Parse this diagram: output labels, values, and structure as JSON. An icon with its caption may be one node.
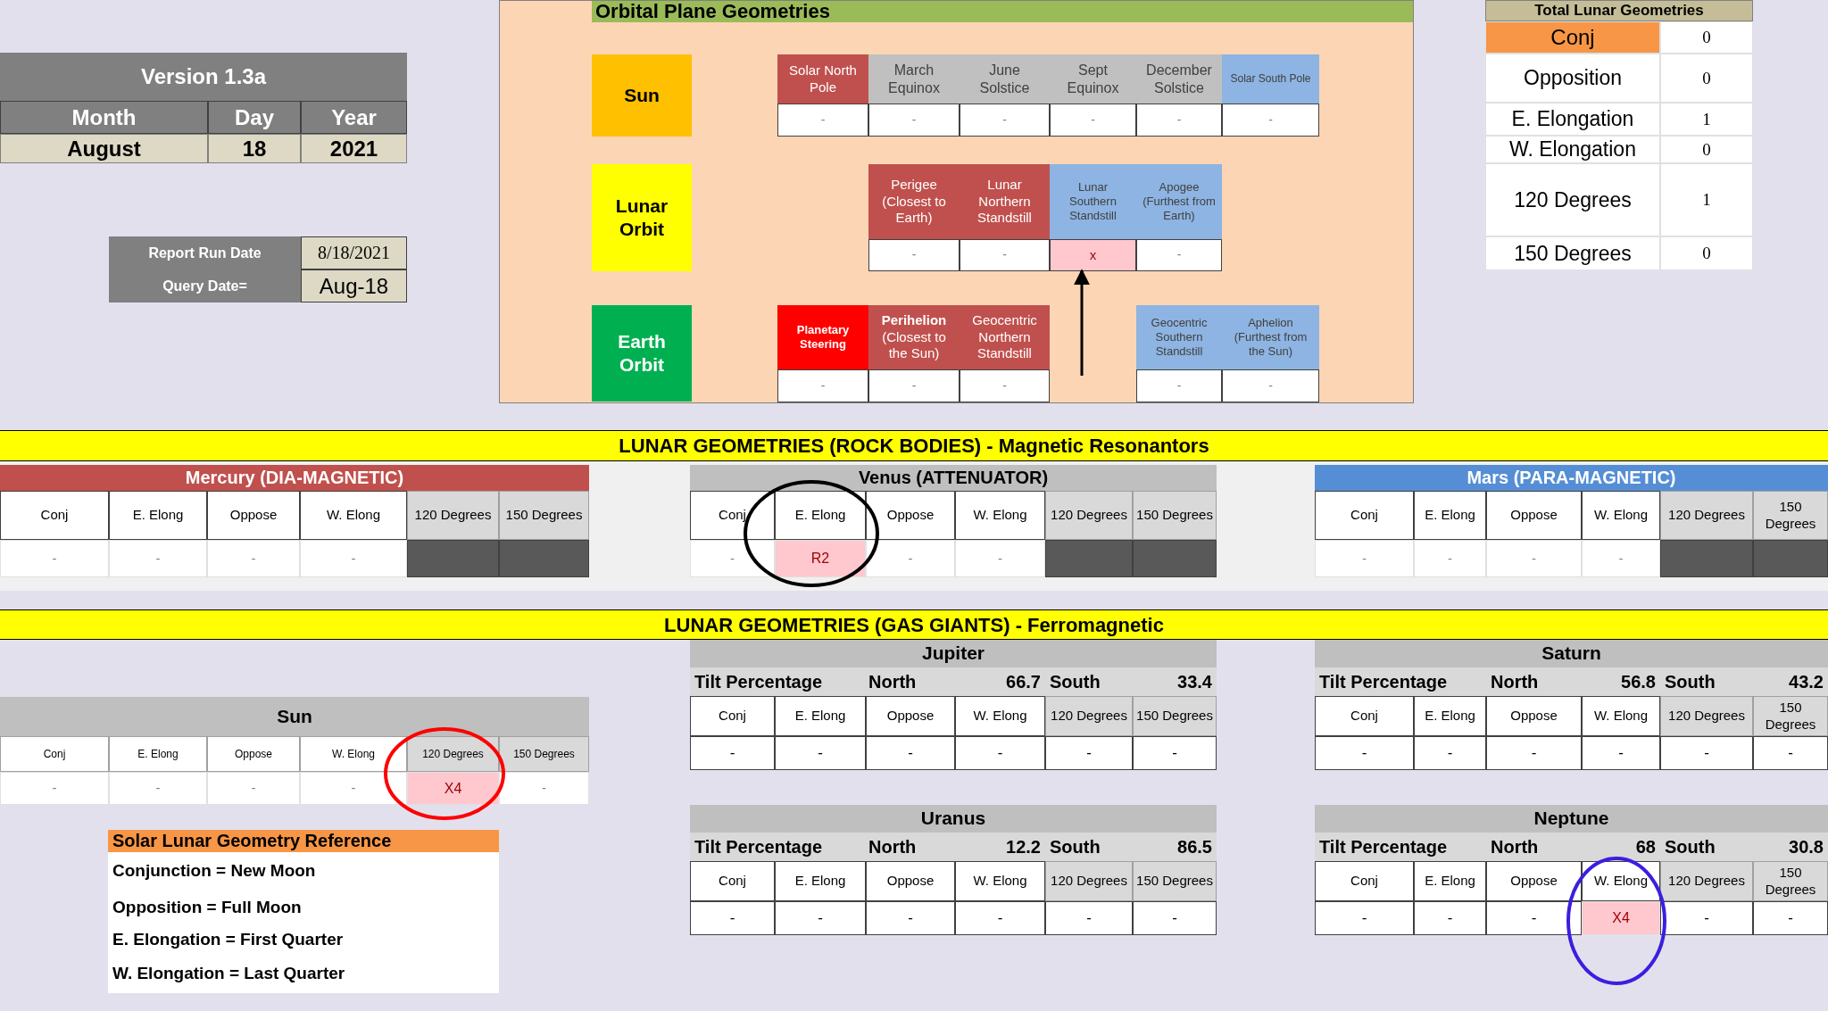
{
  "diagram": {
    "nodes": [
      {
        "text": [
          "Version 1.3a",
          "Month",
          "Day",
          "Year",
          "August",
          "18",
          "2021"
        ]
      },
      {
        "text": [
          "Report Run Date",
          "8/18/2021",
          "Query Date=",
          "Aug-18"
        ]
      },
      {
        "text": [
          "Orbital Plane Geometries"
        ]
      },
      {
        "text": [
          "Sun"
        ],
        "in": 2
      },
      {
        "text": [
          "Lunar Orbit"
        ],
        "in": 2
      },
      {
        "text": [
          "Earth Orbit"
        ],
        "in": 2
      },
      {
        "text": [
          "Solar North Pole"
        ],
        "in": 2
      },
      {
        "text": [
          "March Equinox"
        ],
        "in": 2
      },
      {
        "text": [
          "June Solstice"
        ],
        "in": 2
      },
      {
        "text": [
          "Sept Equinox"
        ],
        "in": 2
      },
      {
        "text": [
          "December Solstice"
        ],
        "in": 2
      },
      {
        "text": [
          "Solar South Pole"
        ],
        "in": 2
      },
      {
        "text": [
          "-"
        ],
        "in": 2
      },
      {
        "text": [
          "-"
        ],
        "in": 2
      },
      {
        "text": [
          "-"
        ],
        "in": 2
      },
      {
        "text": [
          "-"
        ],
        "in": 2
      },
      {
        "text": [
          "-"
        ],
        "in": 2
      },
      {
        "text": [
          "-"
        ],
        "in": 2
      },
      {
        "text": [
          "Perigee (Closest to Earth)"
        ],
        "in": 2
      },
      {
        "text": [
          "Lunar Northern Standstill"
        ],
        "in": 2
      },
      {
        "text": [
          "Lunar Southern Standstill"
        ],
        "in": 2
      },
      {
        "text": [
          "Apogee (Furthest from Earth)"
        ],
        "in": 2
      },
      {
        "text": [
          "-"
        ],
        "in": 2
      },
      {
        "text": [
          "-"
        ],
        "in": 2
      },
      {
        "text": [
          "x"
        ],
        "in": 2
      },
      {
        "text": [
          "-"
        ],
        "in": 2
      },
      {
        "text": [
          "Planetary Steering"
        ],
        "in": 2
      },
      {
        "text": [
          "**Perihelion** (Closest to the Sun)"
        ],
        "in": 2
      },
      {
        "text": [
          "Geocentric Northern Standstill"
        ],
        "in": 2
      },
      {
        "text": [
          "Geocentric Southern Standstill"
        ],
        "in": 2
      },
      {
        "text": [
          "Aphelion (Furthest from the Sun)"
        ],
        "in": 2
      },
      {
        "text": [
          "-"
        ],
        "in": 2
      },
      {
        "text": [
          "-"
        ],
        "in": 2
      },
      {
        "text": [
          "-"
        ],
        "in": 2
      },
      {
        "text": [
          "-"
        ],
        "in": 2
      },
      {
        "text": [
          "-"
        ],
        "in": 2
      },
      {
        "text": [
          "Total Lunar Geometries",
          "Conj",
          "0",
          "Opposition",
          "0",
          "E. Elongation",
          "1",
          "W. Elongation",
          "0",
          "120 Degrees",
          "1",
          "150 Degrees",
          "0"
        ]
      },
      {
        "text": [
          "LUNAR GEOMETRIES (ROCK BODIES) - Magnetic Resonantors"
        ]
      },
      {
        "text": [
          "Mercury (DIA-MAGNETIC)",
          "Conj",
          "E. Elong",
          "Oppose",
          "W. Elong",
          "120 Degrees",
          "150 Degrees",
          "-",
          "-",
          "-",
          "-"
        ]
      },
      {
        "text": [
          "Venus (ATTENUATOR)",
          "Conj",
          "E. Elong",
          "Oppose",
          "W. Elong",
          "120 Degrees",
          "150 Degrees",
          "-",
          "R2",
          "-",
          "-"
        ]
      },
      {
        "text": [
          "Mars (PARA-MAGNETIC)",
          "Conj",
          "E. Elong",
          "Oppose",
          "W. Elong",
          "120 Degrees",
          "150 Degrees",
          "-",
          "-",
          "-",
          "-"
        ]
      },
      {
        "text": [
          "LUNAR GEOMETRIES (GAS GIANTS) - Ferromagnetic"
        ]
      },
      {
        "text": [
          "Jupiter",
          "Tilt Percentage",
          "North",
          "66.7",
          "South",
          "33.4",
          "Conj",
          "E. Elong",
          "Oppose",
          "W. Elong",
          "120 Degrees",
          "150 Degrees",
          "-",
          "-",
          "-",
          "-",
          "-",
          "-"
        ]
      },
      {
        "text": [
          "Saturn",
          "Tilt Percentage",
          "North",
          "56.8",
          "South",
          "43.2",
          "Conj",
          "E. Elong",
          "Oppose",
          "W. Elong",
          "120 Degrees",
          "150 Degrees",
          "-",
          "-",
          "-",
          "-",
          "-",
          "-"
        ]
      },
      {
        "text": [
          "Sun",
          "Conj",
          "E. Elong",
          "Oppose",
          "W. Elong",
          "120 Degrees",
          "150 Degrees",
          "-",
          "-",
          "-",
          "-",
          "X4",
          "-"
        ]
      },
      {
        "text": [
          "Uranus",
          "Tilt Percentage",
          "North",
          "12.2",
          "South",
          "86.5",
          "Conj",
          "E. Elong",
          "Oppose",
          "W. Elong",
          "120 Degrees",
          "150 Degrees",
          "-",
          "-",
          "-",
          "-",
          "-",
          "-"
        ]
      },
      {
        "text": [
          "Neptune",
          "Tilt Percentage",
          "North",
          "68",
          "South",
          "30.8",
          "Conj",
          "E. Elong",
          "Oppose",
          "W. Elong",
          "120 Degrees",
          "150 Degrees",
          "-",
          "-",
          "-",
          "X4",
          "-",
          "-"
        ]
      },
      {
        "text": [
          "Solar Lunar Geometry Reference",
          "Conjunction = New Moon",
          "Opposition = Full Moon",
          "E. Elongation = First Quarter",
          "W. Elongation = Last Quarter"
        ]
      }
    ],
    "edges": [
      {
        "from": null,
        "to": 24,
        "arrow": "to"
      }
    ]
  }
}
